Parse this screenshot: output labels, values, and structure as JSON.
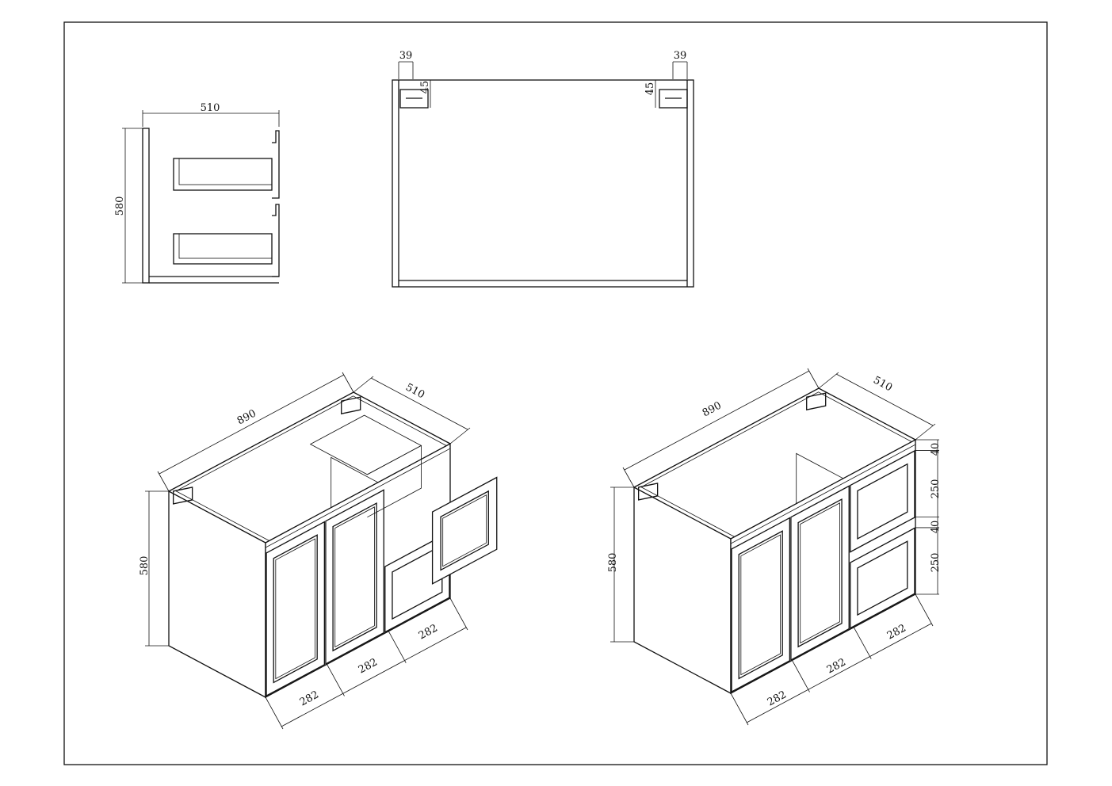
{
  "side_view": {
    "width_label": "510",
    "height_label": "580"
  },
  "front_view": {
    "left_offset_label": "39",
    "right_offset_label": "39",
    "left_bracket_label": "45",
    "right_bracket_label": "45"
  },
  "iso_open": {
    "width_label": "890",
    "depth_label": "510",
    "height_label": "580",
    "door_widths": [
      "282",
      "282",
      "282"
    ]
  },
  "iso_closed": {
    "width_label": "890",
    "depth_label": "510",
    "height_label": "580",
    "door_widths": [
      "282",
      "282",
      "282"
    ],
    "right_heights": [
      "40",
      "250",
      "40",
      "250"
    ]
  }
}
